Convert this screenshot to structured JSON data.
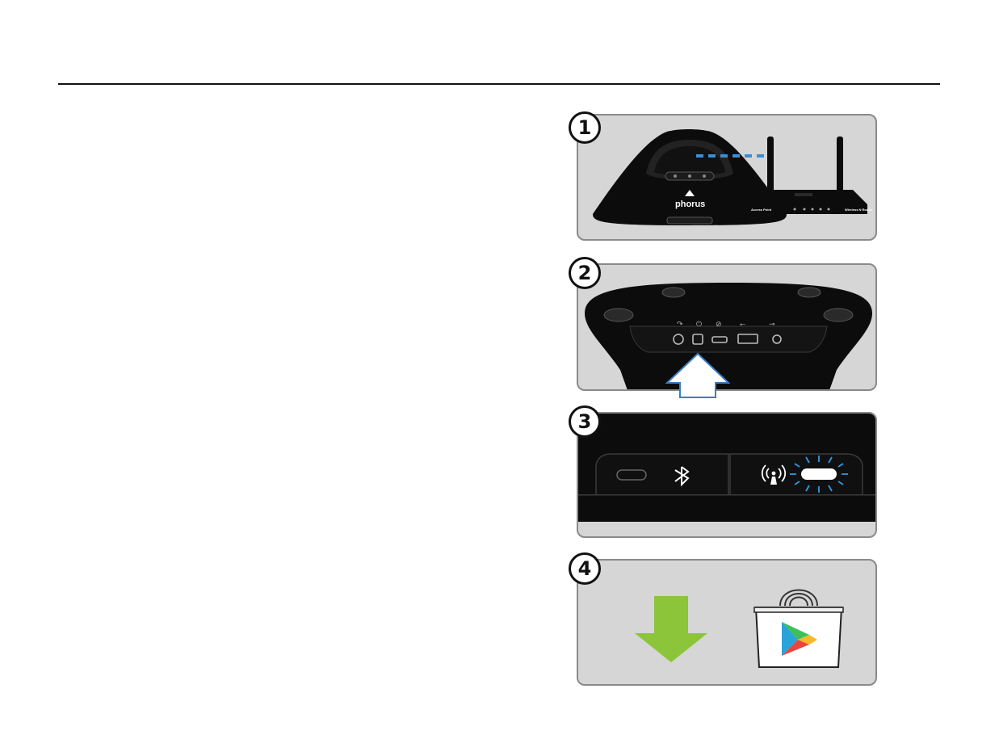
{
  "steps": [
    {
      "number": "1"
    },
    {
      "number": "2"
    },
    {
      "number": "3"
    },
    {
      "number": "4"
    }
  ],
  "speaker_logo": "phorus",
  "router_label": "Access Point",
  "router_label_right": "Wireless N Router",
  "icons": {
    "panel1": [
      "speaker-icon",
      "dashed-connection-line",
      "router-icon"
    ],
    "panel2": [
      "speaker-underside-icon",
      "headphone-port-icon",
      "power-port-icon",
      "micro-usb-port-icon",
      "usb-port-icon",
      "aux-in-port-icon",
      "up-arrow-icon"
    ],
    "panel3": [
      "bluetooth-icon",
      "wifi-icon",
      "blinking-led-icon"
    ],
    "panel4": [
      "download-arrow-icon",
      "play-store-bag-icon"
    ]
  },
  "colors": {
    "panel_bg": "#d6d6d6",
    "device_black": "#0c0c0c",
    "link_blue": "#3a8fd6",
    "led_blue": "#2e9be8",
    "download_green": "#8cc43a",
    "arrow_outline": "#3a7fc4"
  }
}
